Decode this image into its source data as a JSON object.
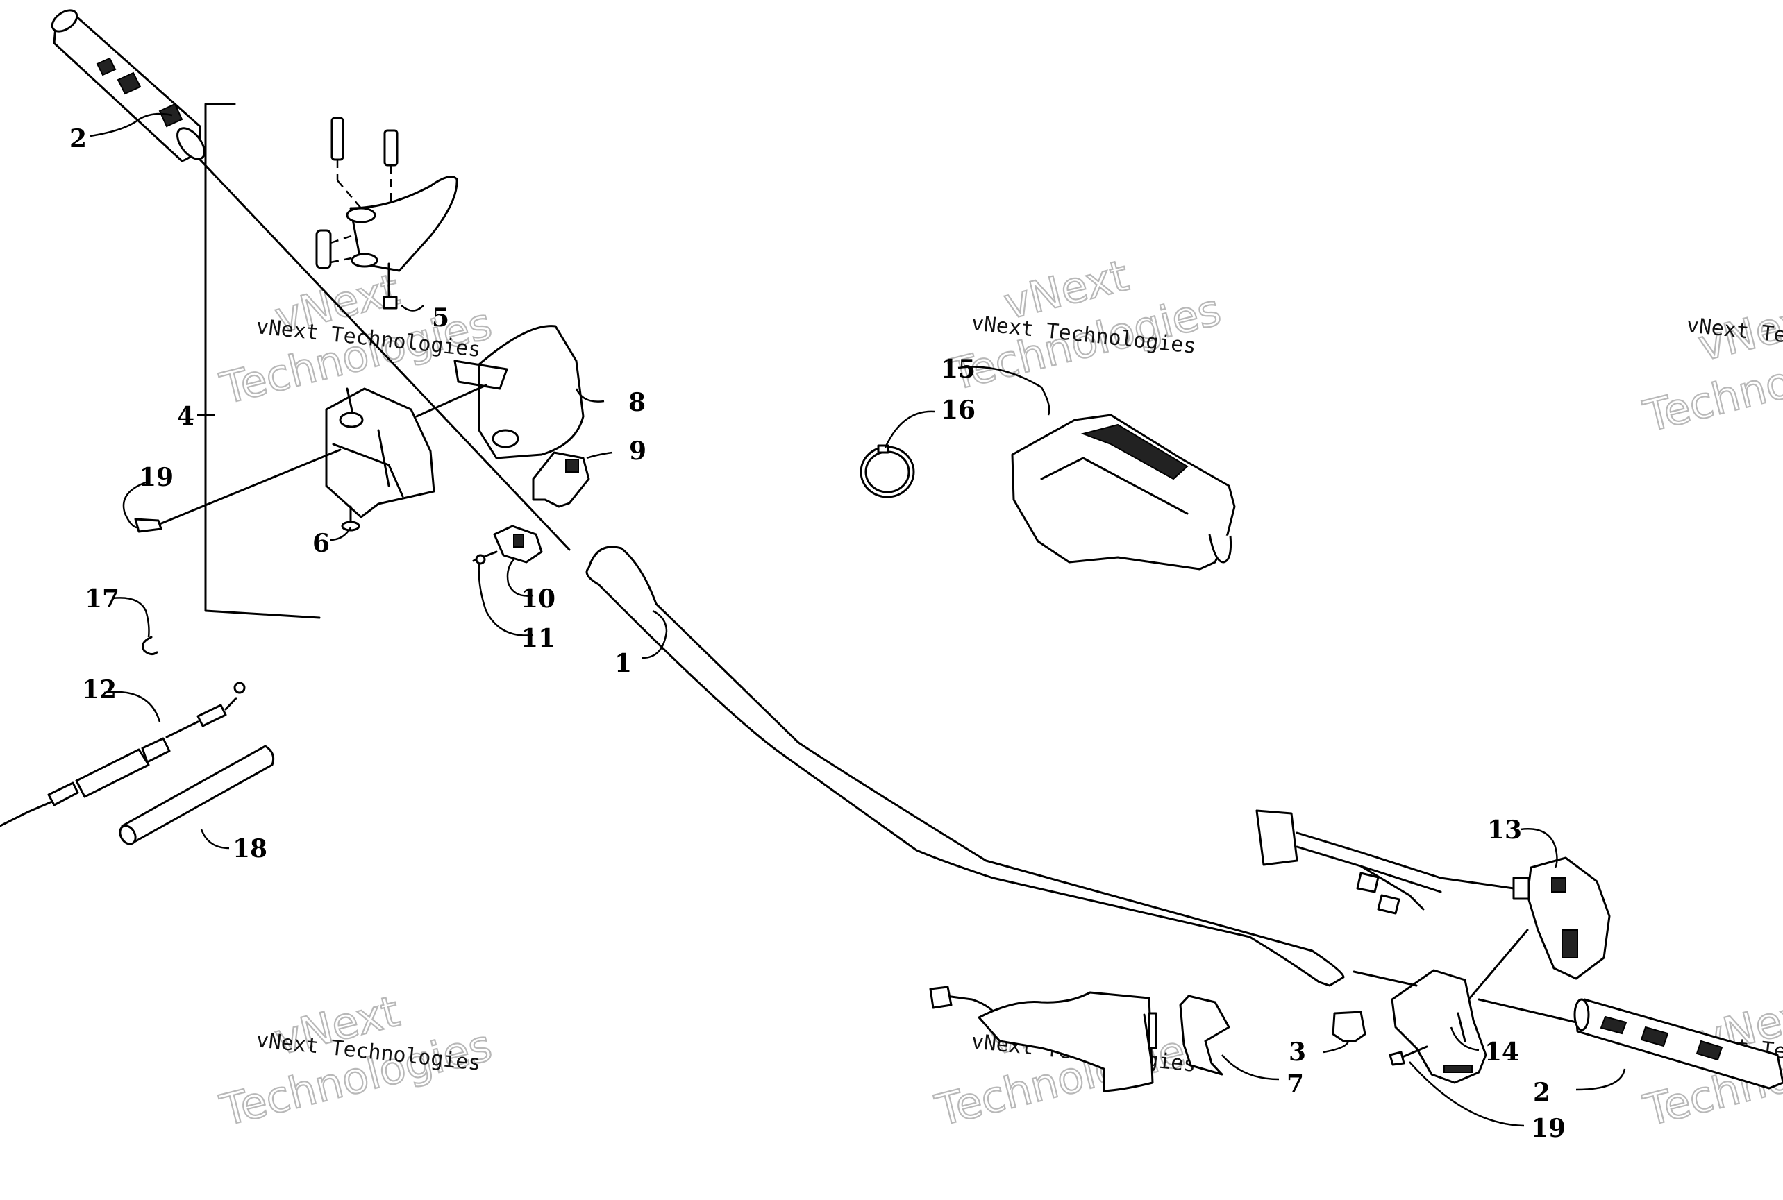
{
  "callouts": {
    "c1": "1",
    "c2a": "2",
    "c2b": "2",
    "c3": "3",
    "c4": "4",
    "c5": "5",
    "c6": "6",
    "c7": "7",
    "c8": "8",
    "c9": "9",
    "c10": "10",
    "c11": "11",
    "c12": "12",
    "c13": "13",
    "c14": "14",
    "c15": "15",
    "c16": "16",
    "c17": "17",
    "c18": "18",
    "c19a": "19",
    "c19b": "19"
  },
  "watermark": {
    "line_small": "vNext Technologies",
    "line_top": "vNext",
    "line_bottom": "Technologies"
  }
}
